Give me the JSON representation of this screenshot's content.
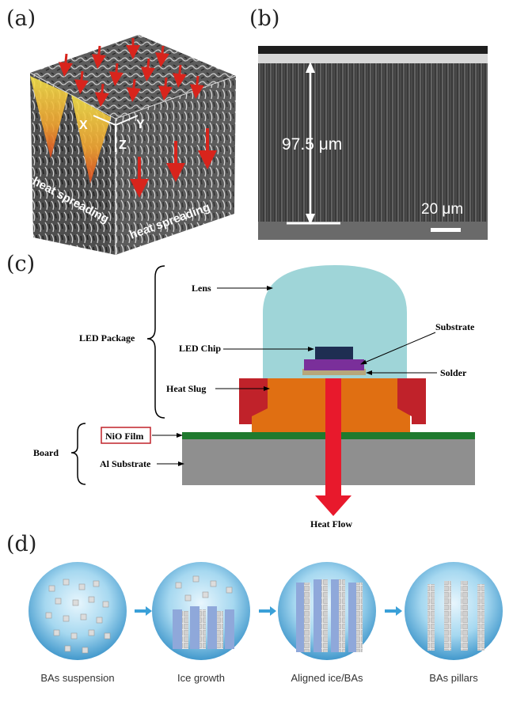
{
  "panels": {
    "a": {
      "label": "(a)",
      "axis_x": "X",
      "axis_y": "Y",
      "axis_z": "Z",
      "text_left": "heat spreading",
      "text_right": "heat spreading"
    },
    "b": {
      "label": "(b)",
      "thickness": "97.5 μm",
      "scale_bar": "20 μm"
    },
    "c": {
      "label": "(c)",
      "led_package": "LED Package",
      "board": "Board",
      "lens": "Lens",
      "led_chip": "LED Chip",
      "heat_slug": "Heat Slug",
      "substrate": "Substrate",
      "solder": "Solder",
      "nio_film": "NiO Film",
      "al_substrate": "Al Substrate",
      "heat_flow": "Heat Flow"
    },
    "d": {
      "label": "(d)",
      "steps": [
        "BAs suspension",
        "Ice growth",
        "Aligned ice/BAs",
        "BAs pillars"
      ]
    }
  },
  "colors": {
    "lens": "#9fd5d8",
    "heat_slug": "#e06f12",
    "slug_side": "#c0222a",
    "chip": "#1e2e52",
    "substrate": "#7a2f9a",
    "solder": "#b7a77a",
    "nio": "#1f7a2e",
    "al": "#8f8f8f",
    "heat_arrow": "#e8192c"
  }
}
